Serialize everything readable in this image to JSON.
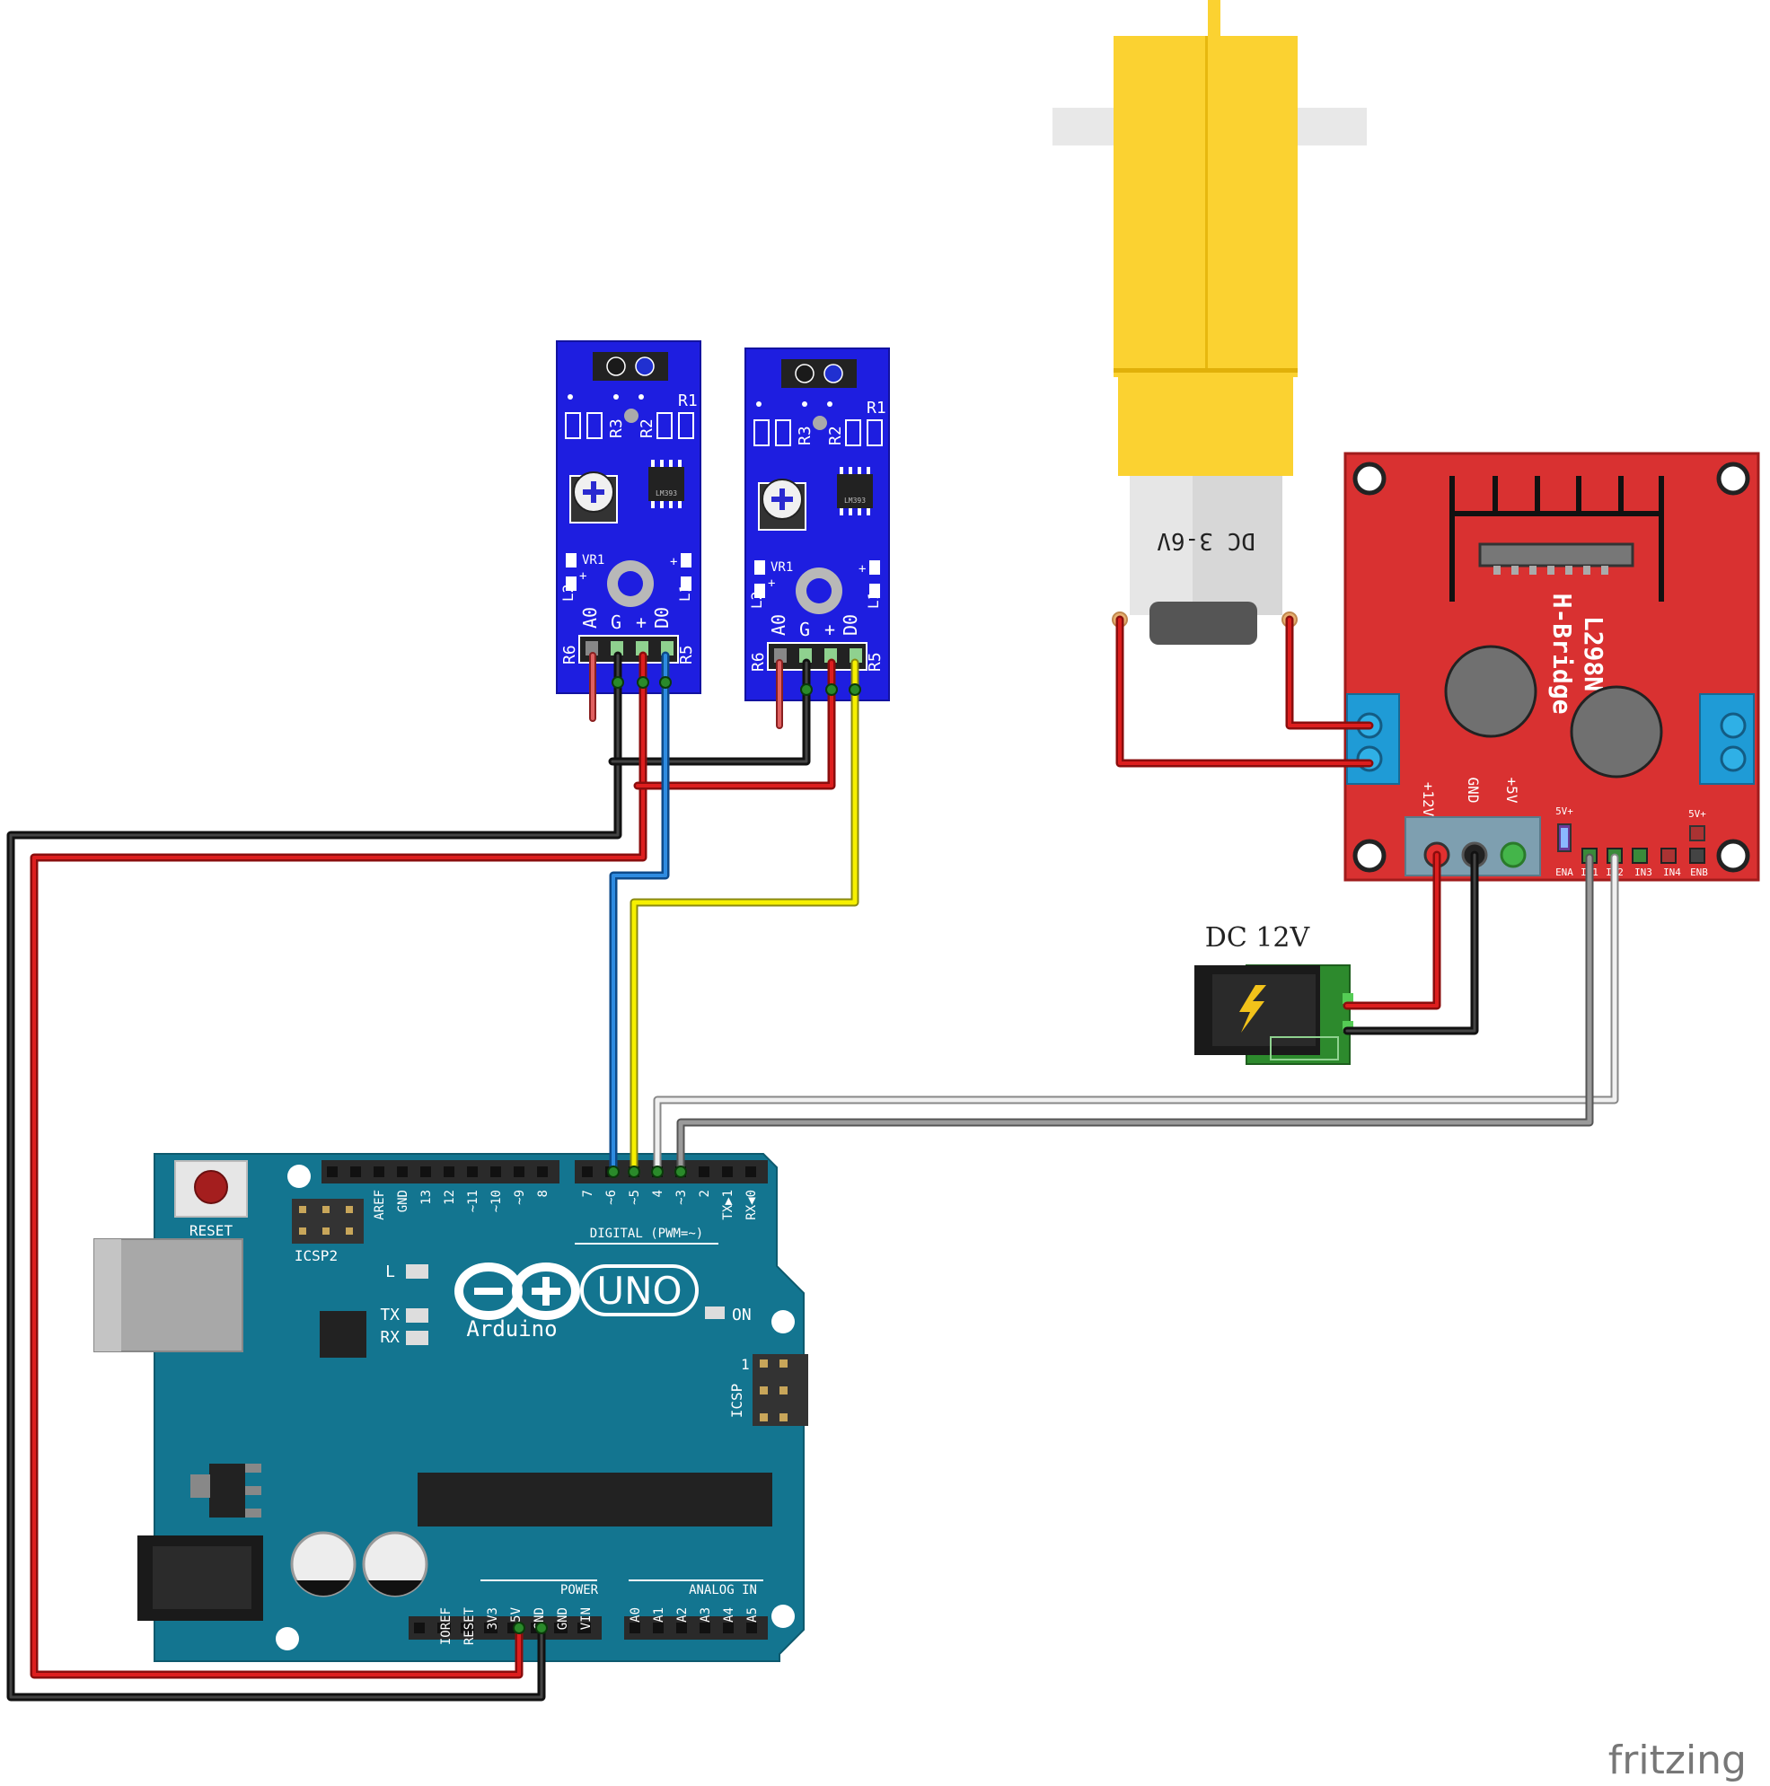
{
  "motor": {
    "label": "DC 3-6V"
  },
  "sensor_module": {
    "labels": {
      "r1": "R1",
      "r2": "R2",
      "r3": "R3",
      "r5": "R5",
      "r6": "R6",
      "l1": "L1",
      "l2": "L2",
      "vr1": "VR1",
      "chip": "LM393",
      "plus": "+"
    },
    "pins": [
      "A0",
      "G",
      "+",
      "D0"
    ]
  },
  "driver": {
    "title": "L298N",
    "subtitle": "H-Bridge",
    "power_labels": [
      "+12V",
      "GND",
      "+5V"
    ],
    "logic_pins": [
      "ENA",
      "IN1",
      "IN2",
      "IN3",
      "IN4",
      "ENB"
    ],
    "jumper_label": "5V+"
  },
  "power_jack": {
    "label": "DC 12V"
  },
  "arduino": {
    "brand": "Arduino",
    "model": "UNO",
    "reset_label": "RESET",
    "icsp2_label": "ICSP2",
    "icsp_label": "ICSP",
    "icsp_pin1": "1",
    "on_label": "ON",
    "led_l": "L",
    "led_tx": "TX",
    "led_rx": "RX",
    "digital_header": "DIGITAL (PWM=~)",
    "digital_pins_left": [
      "AREF",
      "GND",
      "13",
      "12",
      "~11",
      "~10",
      "~9",
      "8"
    ],
    "digital_pins_right": [
      "7",
      "~6",
      "~5",
      "4",
      "~3",
      "2",
      "TX▶1",
      "RX◀0"
    ],
    "power_header": "POWER",
    "power_pins": [
      "IOREF",
      "RESET",
      "3V3",
      "5V",
      "GND",
      "GND",
      "VIN"
    ],
    "analog_header": "ANALOG IN",
    "analog_pins": [
      "A0",
      "A1",
      "A2",
      "A3",
      "A4",
      "A5"
    ]
  },
  "watermark": "fritzing"
}
